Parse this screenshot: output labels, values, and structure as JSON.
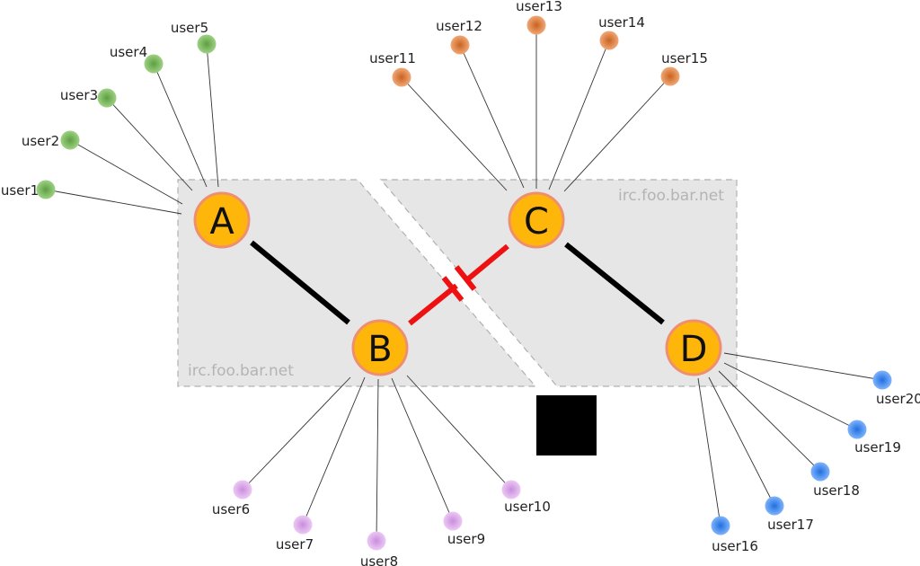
{
  "networks": [
    {
      "id": "left",
      "label": "irc.foo.bar.net"
    },
    {
      "id": "right",
      "label": "irc.foo.bar.net"
    }
  ],
  "servers": [
    {
      "id": "A",
      "label": "A"
    },
    {
      "id": "B",
      "label": "B"
    },
    {
      "id": "C",
      "label": "C"
    },
    {
      "id": "D",
      "label": "D"
    }
  ],
  "links": [
    {
      "from": "A",
      "to": "B",
      "state": "connected"
    },
    {
      "from": "C",
      "to": "D",
      "state": "connected"
    },
    {
      "from": "B",
      "to": "C",
      "state": "split"
    }
  ],
  "users": [
    {
      "label": "user1",
      "server": "A",
      "group": "green"
    },
    {
      "label": "user2",
      "server": "A",
      "group": "green"
    },
    {
      "label": "user3",
      "server": "A",
      "group": "green"
    },
    {
      "label": "user4",
      "server": "A",
      "group": "green"
    },
    {
      "label": "user5",
      "server": "A",
      "group": "green"
    },
    {
      "label": "user6",
      "server": "B",
      "group": "violet"
    },
    {
      "label": "user7",
      "server": "B",
      "group": "violet"
    },
    {
      "label": "user8",
      "server": "B",
      "group": "violet"
    },
    {
      "label": "user9",
      "server": "B",
      "group": "violet"
    },
    {
      "label": "user10",
      "server": "B",
      "group": "violet"
    },
    {
      "label": "user11",
      "server": "C",
      "group": "orange"
    },
    {
      "label": "user12",
      "server": "C",
      "group": "orange"
    },
    {
      "label": "user13",
      "server": "C",
      "group": "orange"
    },
    {
      "label": "user14",
      "server": "C",
      "group": "orange"
    },
    {
      "label": "user15",
      "server": "C",
      "group": "orange"
    },
    {
      "label": "user16",
      "server": "D",
      "group": "blue"
    },
    {
      "label": "user17",
      "server": "D",
      "group": "blue"
    },
    {
      "label": "user18",
      "server": "D",
      "group": "blue"
    },
    {
      "label": "user19",
      "server": "D",
      "group": "blue"
    },
    {
      "label": "user20",
      "server": "D",
      "group": "blue"
    }
  ],
  "colors": {
    "server_fill": "#ffb60a",
    "server_ring": "#ee8f72",
    "link_connected": "#000000",
    "link_split": "#ee1111",
    "network_fill": "#e6e6e6",
    "network_border": "#b0b0b0",
    "green": "#76b85a",
    "violet": "#dba3ea",
    "orange": "#e0813f",
    "blue": "#3d8af0"
  }
}
